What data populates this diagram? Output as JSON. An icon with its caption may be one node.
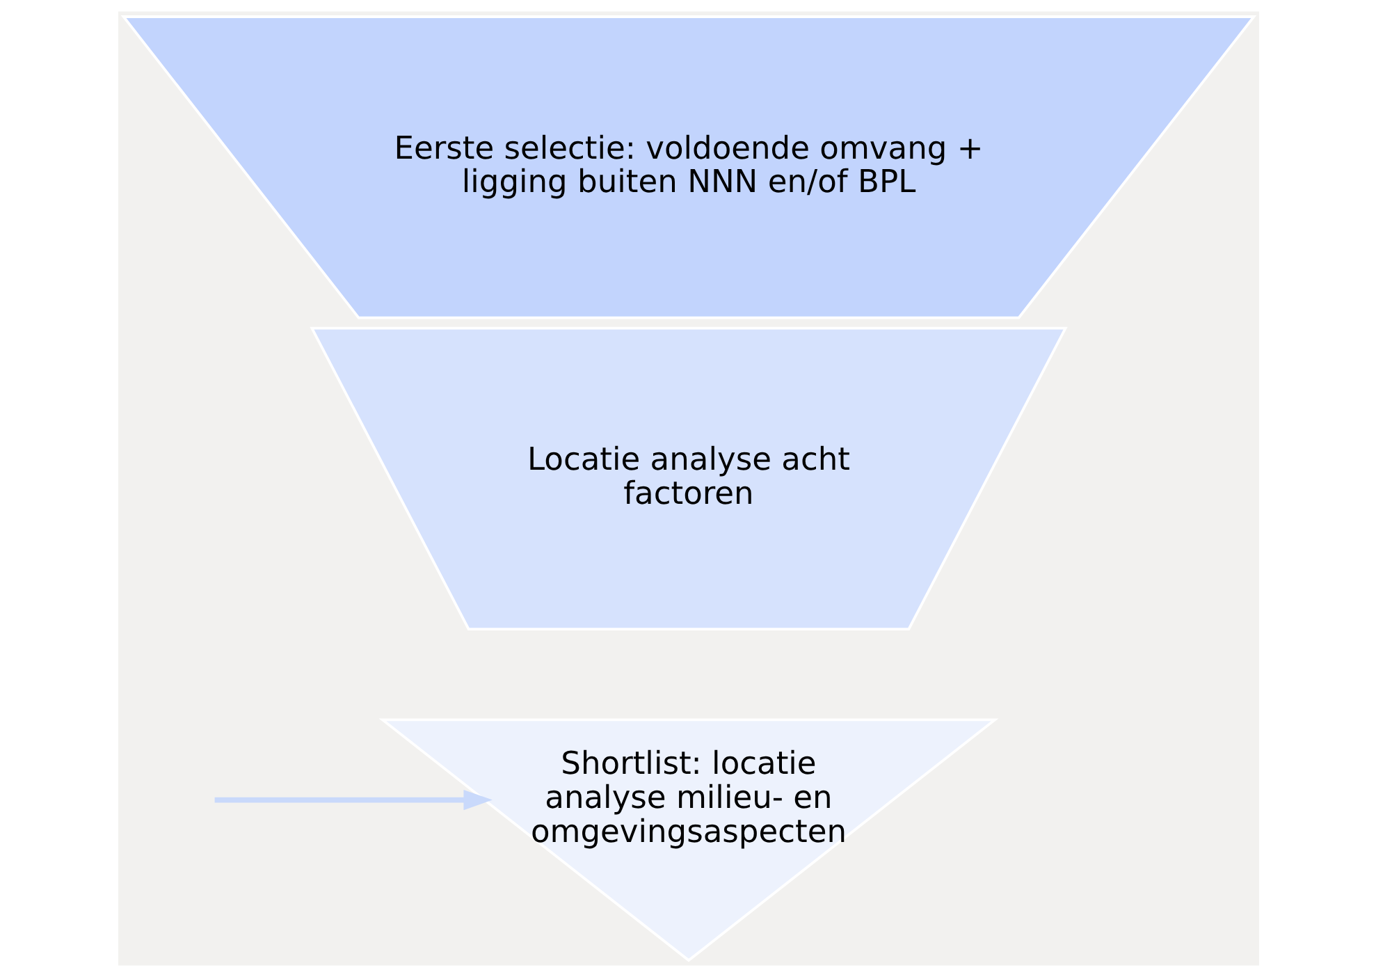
{
  "diagram": {
    "nodes": [
      {
        "text": [
          "Eerste selectie: voldoende omvang + ligging buiten NNN en/of BPL"
        ]
      },
      {
        "text": [
          "Locatie analyse acht factoren"
        ]
      },
      {
        "text": [
          "Shortlist: locatie analyse milieu- en omgevingsaspecten"
        ]
      }
    ],
    "edges": [
      {
        "from": null,
        "to": 2,
        "arrow": "to"
      }
    ]
  }
}
